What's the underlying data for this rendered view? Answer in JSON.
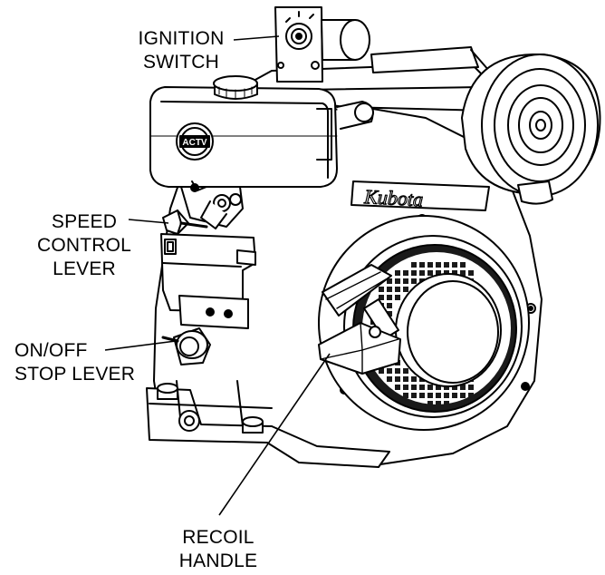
{
  "labels": {
    "ignition_switch": [
      "IGNITION",
      "SWITCH"
    ],
    "speed_control_lever": [
      "SPEED",
      "CONTROL",
      "LEVER"
    ],
    "on_off_stop_lever": [
      "ON/OFF",
      "STOP LEVER"
    ],
    "recoil_handle": [
      "RECOIL",
      "HANDLE"
    ]
  },
  "brand_text": "Kubota",
  "badge_text": "ACTV",
  "colors": {
    "line": "#000000",
    "fill": "#ffffff",
    "mesh": "#1a1a1a"
  }
}
